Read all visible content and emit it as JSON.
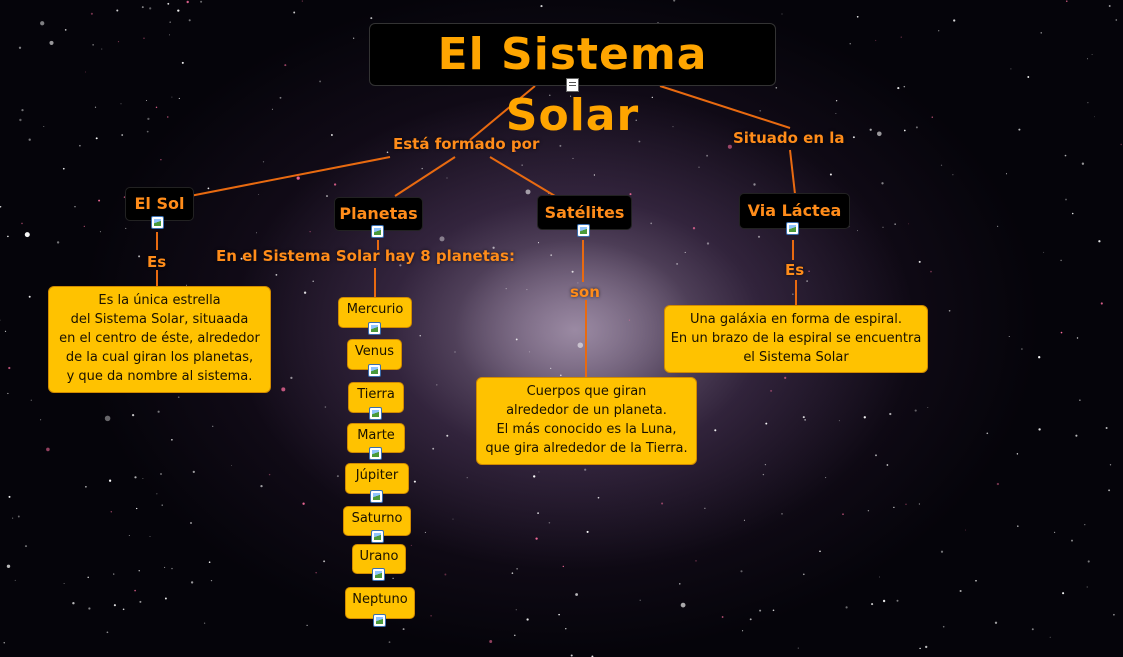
{
  "title": "El Sistema Solar",
  "links": {
    "formado_por": "Está formado por",
    "situado_en": "Situado en la",
    "es_sol": "Es",
    "hay_planetas": "En el Sistema Solar hay 8 planetas:",
    "son": "son",
    "es_via": "Es"
  },
  "concepts": {
    "sol": "El Sol",
    "planetas": "Planetas",
    "satelites": "Satélites",
    "via_lactea": "Via Láctea"
  },
  "descriptions": {
    "sol": [
      "Es la única estrella",
      "del Sistema Solar, situaada",
      "en el centro de éste, alrededor",
      "de la cual giran los planetas,",
      "y que da nombre al sistema."
    ],
    "satelites": [
      "Cuerpos que giran",
      "alrededor de un planeta.",
      "El más conocido es la Luna,",
      "que gira alrededor de la Tierra."
    ],
    "via_lactea": [
      "Una galáxia en forma de espiral.",
      "En un brazo de la espiral se encuentra",
      "el Sistema Solar"
    ]
  },
  "planets": [
    "Mercurio",
    "Venus",
    "Tierra",
    "Marte",
    "Júpiter",
    "Saturno",
    "Urano",
    "Neptuno"
  ],
  "colors": {
    "accent": "#ff8c1a",
    "title_text": "#ffa500",
    "box_yellow": "#ffc200",
    "line": "#e86a10"
  }
}
